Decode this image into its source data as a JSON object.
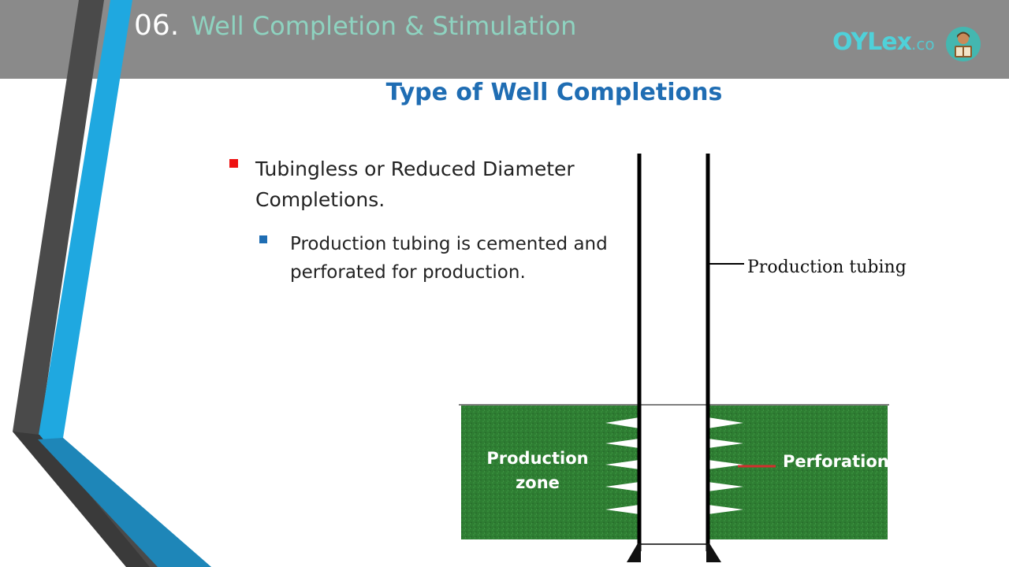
{
  "header": {
    "section_number": "06.",
    "section_title": "Well Completion & Stimulation",
    "logo_main": "OYLex",
    "logo_suffix": ".co"
  },
  "slide": {
    "title": "Type of Well Completions",
    "bullets": [
      {
        "text": "Tubingless or Reduced Diameter Completions.",
        "color": "#e11111",
        "sub_bullets": [
          {
            "text": "Production tubing is cemented and perforated for production.",
            "color": "#1f6db3"
          }
        ]
      }
    ]
  },
  "diagram": {
    "tubing_label": "Production tubing",
    "zone_label": "Production zone",
    "perforation_label": "Perforation",
    "zone_color": "#2e7d32",
    "perforation_marker_color": "#d32f2f"
  },
  "theme": {
    "header_bg": "#8a8a8a",
    "accent_blue": "#1fa8e0",
    "accent_dark": "#3a3a3a",
    "title_blue": "#1f6db3",
    "section_text": "#8ed3c0"
  }
}
